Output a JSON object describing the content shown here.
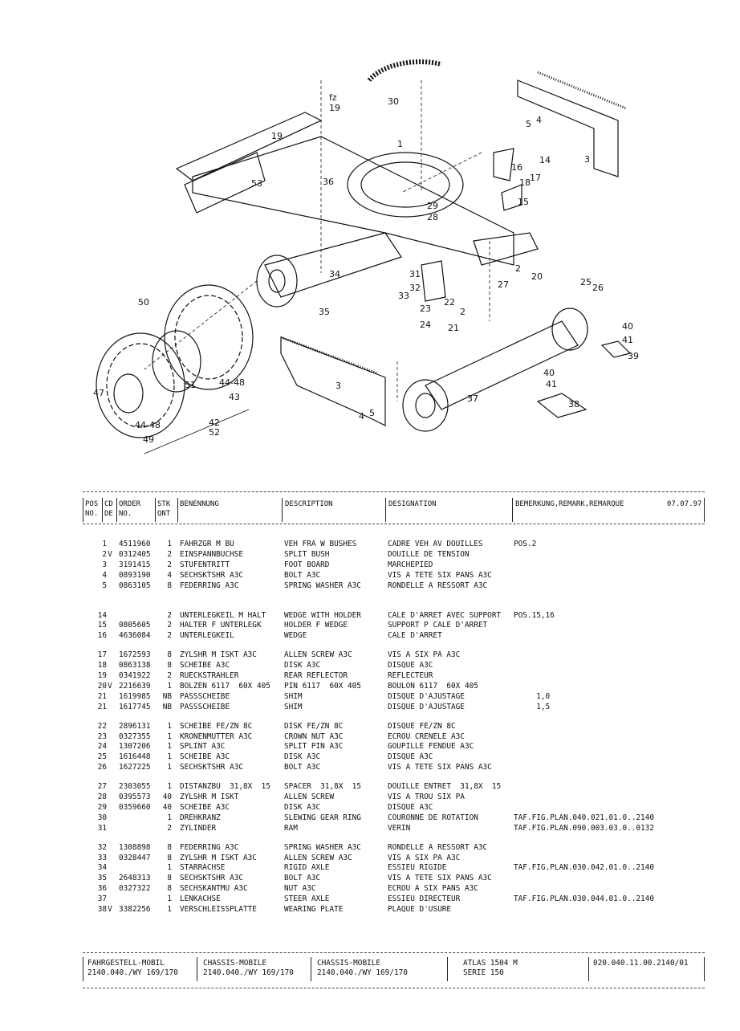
{
  "diagram": {
    "labels": [
      "fz",
      "19",
      "30",
      "19",
      "1",
      "53",
      "36",
      "29",
      "28",
      "4",
      "5",
      "3",
      "14",
      "16",
      "18",
      "17",
      "15",
      "34",
      "35",
      "31",
      "32",
      "33",
      "23",
      "22",
      "2",
      "24",
      "21",
      "2",
      "27",
      "20",
      "25",
      "26",
      "50",
      "51",
      "44-48",
      "43",
      "47",
      "42",
      "44-48",
      "49",
      "52",
      "3",
      "4",
      "5",
      "37",
      "40",
      "41",
      "39",
      "40",
      "41",
      "38"
    ]
  },
  "header": {
    "pos": "POS",
    "no": "NO.",
    "cd": "CD",
    "de": "DE",
    "order": "ORDER",
    "order_no": "NO.",
    "stk": "STK",
    "qnt": "QNT",
    "benennung": "BENENNUNG",
    "description": "DESCRIPTION",
    "designation": "DESIGNATION",
    "bemerkung": "BEMERKUNG,REMARK,REMARQUE",
    "date": "07.07.97"
  },
  "rows": [
    {
      "pos": "1",
      "cd": "",
      "order": "4511960",
      "stk": "1",
      "ben": "FAHRZGR M BU",
      "desc": "VEH FRA W BUSHES",
      "desig": "CADRE VEH AV DOUILLES",
      "rem": "POS.2"
    },
    {
      "pos": "2",
      "cd": "V",
      "order": "0312405",
      "stk": "2",
      "ben": "EINSPANNBUCHSE",
      "desc": "SPLIT BUSH",
      "desig": "DOUILLE DE TENSION",
      "rem": ""
    },
    {
      "pos": "3",
      "cd": "",
      "order": "3191415",
      "stk": "2",
      "ben": "STUFENTRITT",
      "desc": "FOOT BOARD",
      "desig": "MARCHEPIED",
      "rem": ""
    },
    {
      "pos": "4",
      "cd": "",
      "order": "0893190",
      "stk": "4",
      "ben": "SECHSKTSHR A3C",
      "desc": "BOLT A3C",
      "desig": "VIS A TETE SIX PANS A3C",
      "rem": ""
    },
    {
      "pos": "5",
      "cd": "",
      "order": "0863105",
      "stk": "8",
      "ben": "FEDERRING A3C",
      "desc": "SPRING WASHER A3C",
      "desig": "RONDELLE A RESSORT A3C",
      "rem": ""
    },
    {
      "pos": "14",
      "cd": "",
      "order": "",
      "stk": "2",
      "ben": "UNTERLEGKEIL M HALT",
      "desc": "WEDGE WITH HOLDER",
      "desig": "CALE D'ARRET AVEC SUPPORT",
      "rem": "POS.15,16"
    },
    {
      "pos": "15",
      "cd": "",
      "order": "0805605",
      "stk": "2",
      "ben": "HALTER F UNTERLEGK",
      "desc": "HOLDER F WEDGE",
      "desig": "SUPPORT P CALE D'ARRET",
      "rem": ""
    },
    {
      "pos": "16",
      "cd": "",
      "order": "4636084",
      "stk": "2",
      "ben": "UNTERLEGKEIL",
      "desc": "WEDGE",
      "desig": "CALE D'ARRET",
      "rem": ""
    },
    {
      "pos": "17",
      "cd": "",
      "order": "1672593",
      "stk": "8",
      "ben": "ZYLSHR M ISKT A3C",
      "desc": "ALLEN SCREW A3C",
      "desig": "VIS A SIX PA A3C",
      "rem": ""
    },
    {
      "pos": "18",
      "cd": "",
      "order": "0863138",
      "stk": "8",
      "ben": "SCHEIBE A3C",
      "desc": "DISK A3C",
      "desig": "DISQUE A3C",
      "rem": ""
    },
    {
      "pos": "19",
      "cd": "",
      "order": "0341922",
      "stk": "2",
      "ben": "RUECKSTRAHLER",
      "desc": "REAR REFLECTOR",
      "desig": "REFLECTEUR",
      "rem": ""
    },
    {
      "pos": "20",
      "cd": "V",
      "order": "2216639",
      "stk": "1",
      "ben": "BOLZEN 6117  60X 405",
      "desc": "PIN 6117  60X 405",
      "desig": "BOULON 6117  60X 405",
      "rem": ""
    },
    {
      "pos": "21",
      "cd": "",
      "order": "1619985",
      "stk": "NB",
      "ben": "PASSSCHEIBE",
      "desc": "SHIM",
      "desig": "DISQUE D'AJUSTAGE",
      "rem": "     1,0"
    },
    {
      "pos": "21",
      "cd": "",
      "order": "1617745",
      "stk": "NB",
      "ben": "PASSSCHEIBE",
      "desc": "SHIM",
      "desig": "DISQUE D'AJUSTAGE",
      "rem": "     1,5"
    },
    {
      "pos": "22",
      "cd": "",
      "order": "2896131",
      "stk": "1",
      "ben": "SCHEIBE FE/ZN 8C",
      "desc": "DISK FE/ZN 8C",
      "desig": "DISQUE FE/ZN 8C",
      "rem": ""
    },
    {
      "pos": "23",
      "cd": "",
      "order": "0327355",
      "stk": "1",
      "ben": "KRONENMUTTER A3C",
      "desc": "CROWN NUT A3C",
      "desig": "ECROU CRENELE A3C",
      "rem": ""
    },
    {
      "pos": "24",
      "cd": "",
      "order": "1307206",
      "stk": "1",
      "ben": "SPLINT A3C",
      "desc": "SPLIT PIN A3C",
      "desig": "GOUPILLE FENDUE A3C",
      "rem": ""
    },
    {
      "pos": "25",
      "cd": "",
      "order": "1616448",
      "stk": "1",
      "ben": "SCHEIBE A3C",
      "desc": "DISK A3C",
      "desig": "DISQUE A3C",
      "rem": ""
    },
    {
      "pos": "26",
      "cd": "",
      "order": "1627225",
      "stk": "1",
      "ben": "SECHSKTSHR A3C",
      "desc": "BOLT A3C",
      "desig": "VIS A TETE SIX PANS A3C",
      "rem": ""
    },
    {
      "pos": "27",
      "cd": "",
      "order": "2303055",
      "stk": "1",
      "ben": "DISTANZBU  31,8X  15",
      "desc": "SPACER  31,8X  15",
      "desig": "DOUILLE ENTRET  31,8X  15",
      "rem": ""
    },
    {
      "pos": "28",
      "cd": "",
      "order": "0395573",
      "stk": "40",
      "ben": "ZYLSHR M ISKT",
      "desc": "ALLEN SCREW",
      "desig": "VIS A TROU SIX PA",
      "rem": ""
    },
    {
      "pos": "29",
      "cd": "",
      "order": "0359660",
      "stk": "40",
      "ben": "SCHEIBE A3C",
      "desc": "DISK A3C",
      "desig": "DISQUE A3C",
      "rem": ""
    },
    {
      "pos": "30",
      "cd": "",
      "order": "",
      "stk": "1",
      "ben": "DREHKRANZ",
      "desc": "SLEWING GEAR RING",
      "desig": "COURONNE DE ROTATION",
      "rem": "TAF.FIG.PLAN.040.021.01.0..2140"
    },
    {
      "pos": "31",
      "cd": "",
      "order": "",
      "stk": "2",
      "ben": "ZYLINDER",
      "desc": "RAM",
      "desig": "VERIN",
      "rem": "TAF.FIG.PLAN.090.003.03.0..0132"
    },
    {
      "pos": "32",
      "cd": "",
      "order": "1308898",
      "stk": "8",
      "ben": "FEDERRING A3C",
      "desc": "SPRING WASHER A3C",
      "desig": "RONDELLE A RESSORT A3C",
      "rem": ""
    },
    {
      "pos": "33",
      "cd": "",
      "order": "0328447",
      "stk": "8",
      "ben": "ZYLSHR M ISKT A3C",
      "desc": "ALLEN SCREW A3C",
      "desig": "VIS A SIX PA A3C",
      "rem": ""
    },
    {
      "pos": "34",
      "cd": "",
      "order": "",
      "stk": "1",
      "ben": "STARRACHSE",
      "desc": "RIGID AXLE",
      "desig": "ESSIEU RIGIDE",
      "rem": "TAF.FIG.PLAN.030.042.01.0..2140"
    },
    {
      "pos": "35",
      "cd": "",
      "order": "2648313",
      "stk": "8",
      "ben": "SECHSKTSHR A3C",
      "desc": "BOLT A3C",
      "desig": "VIS A TETE SIX PANS A3C",
      "rem": ""
    },
    {
      "pos": "36",
      "cd": "",
      "order": "0327322",
      "stk": "8",
      "ben": "SECHSKANTMU A3C",
      "desc": "NUT A3C",
      "desig": "ECROU A SIX PANS A3C",
      "rem": ""
    },
    {
      "pos": "37",
      "cd": "",
      "order": "",
      "stk": "1",
      "ben": "LENKACHSE",
      "desc": "STEER AXLE",
      "desig": "ESSIEU DIRECTEUR",
      "rem": "TAF.FIG.PLAN.030.044.01.0..2140"
    },
    {
      "pos": "38",
      "cd": "V",
      "order": "3382256",
      "stk": "1",
      "ben": "VERSCHLEISSPLATTE",
      "desc": "WEARING PLATE",
      "desig": "PLAQUE D'USURE",
      "rem": ""
    }
  ],
  "footer": {
    "c1a": "FAHRGESTELL-MOBIL",
    "c1b": "2140.040./WY 169/170",
    "c2a": "CHASSIS-MOBILE",
    "c2b": "2140.040./WY 169/170",
    "c3a": "CHASSIS-MOBILE",
    "c3b": "2140.040./WY 169/170",
    "c4a": "ATLAS 1504 M",
    "c4b": "SERIE 150",
    "c5a": "020.040.11.00.2140/01"
  }
}
